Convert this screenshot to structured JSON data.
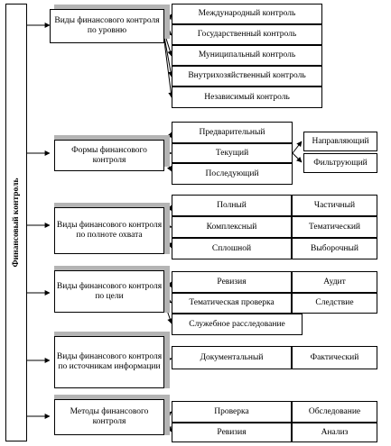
{
  "root": {
    "label": "Финансовый контроль"
  },
  "groups": [
    {
      "label": "Виды финансового контроля по уровню",
      "items": [
        "Международный контроль",
        "Государственный контроль",
        "Муниципальный контроль",
        "Внутрихозяйственный контроль",
        "Независимый контроль"
      ]
    },
    {
      "label": "Формы финансового контроля",
      "items": [
        "Предварительный",
        "Текущий",
        "Последующий"
      ],
      "sub_items": [
        "Направляющий",
        "Фильтрующий"
      ]
    },
    {
      "label": "Виды финансового контроля по полноте охвата",
      "left": [
        "Полный",
        "Комплексный",
        "Сплошной"
      ],
      "right": [
        "Частичный",
        "Тематический",
        "Выборочный"
      ]
    },
    {
      "label": "Виды финансового контроля по цели",
      "left": [
        "Ревизия",
        "Тематическая проверка"
      ],
      "right": [
        "Аудит",
        "Следствие"
      ],
      "extra": "Служебное расследование"
    },
    {
      "label": "Виды финансового контроля по источникам информации",
      "left": [
        "Документальный"
      ],
      "right": [
        "Фактический"
      ]
    },
    {
      "label": "Методы финансового контроля",
      "left": [
        "Проверка",
        "Ревизия"
      ],
      "right": [
        "Обследование",
        "Анализ"
      ]
    }
  ]
}
